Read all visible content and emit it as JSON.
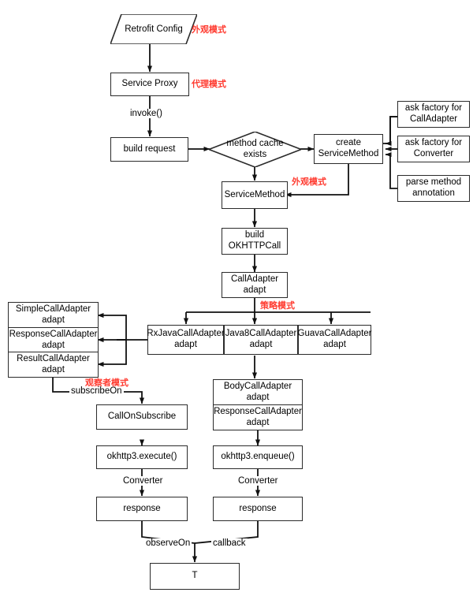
{
  "diagram": {
    "title": "Retrofit request flow",
    "accent_color": "#ff3b30",
    "line_color": "#2b2b2b",
    "nodes": {
      "retrofit_config": "Retrofit Config",
      "service_proxy": "Service Proxy",
      "build_request": "build request",
      "method_cache": "method cache\nexists",
      "create_service_method": "create\nServiceMethod",
      "ask_factory_calladapter": "ask factory for\nCallAdapter",
      "ask_factory_converter": "ask factory for\nConverter",
      "parse_method_annotation": "parse method\nannotation",
      "service_method": "ServiceMethod",
      "build_okhttpcall": "build\nOKHTTPCall",
      "calladapter_adapt": "CallAdapter\nadapt",
      "simple_calladapter": "SimpleCallAdapter\nadapt",
      "response_calladapter_left": "ResponseCallAdapter\nadapt",
      "result_calladapter": "ResultCallAdapter\nadapt",
      "rxjava_calladapter": "RxJavaCallAdapter\nadapt",
      "java8_calladapter": "Java8CallAdapter\nadapt",
      "guava_calladapter": "GuavaCallAdapter\nadapt",
      "body_calladapter": "BodyCallAdapter\nadapt",
      "response_calladapter_right": "ResponseCallAdapter\nadapt",
      "call_on_subscribe": "CallOnSubscribe",
      "okhttp_execute": "okhttp3.execute()",
      "okhttp_enqueue": "okhttp3.enqueue()",
      "response_left": "response",
      "response_right": "response",
      "result_type": "T"
    },
    "edge_labels": {
      "invoke": "invoke()",
      "subscribe_on": "subscribeOn",
      "converter_left": "Converter",
      "converter_right": "Converter",
      "observe_on": "observeOn",
      "callback": "callback"
    },
    "notes": {
      "facade_top": "外观模式",
      "proxy": "代理模式",
      "facade_service_method": "外观模式",
      "strategy": "策略模式",
      "observer": "观察者模式"
    }
  }
}
